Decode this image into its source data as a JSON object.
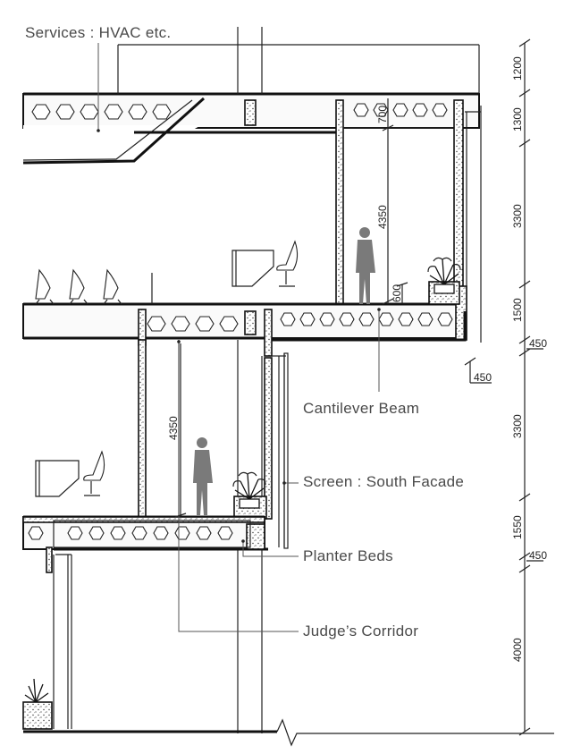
{
  "labels": {
    "services": "Services : HVAC etc.",
    "cantilever": "Cantilever Beam",
    "screen": "Screen : South Facade",
    "planter": "Planter Beds",
    "corridor": "Judge’s Corridor"
  },
  "dimensions": {
    "right_chain": [
      "1200",
      "1300",
      "3300",
      "1500",
      "3300",
      "1550",
      "4000"
    ],
    "offsets": [
      "450",
      "450",
      "450"
    ],
    "upper_room": [
      "700",
      "4350",
      "600"
    ],
    "lower_room": [
      "4350"
    ]
  }
}
